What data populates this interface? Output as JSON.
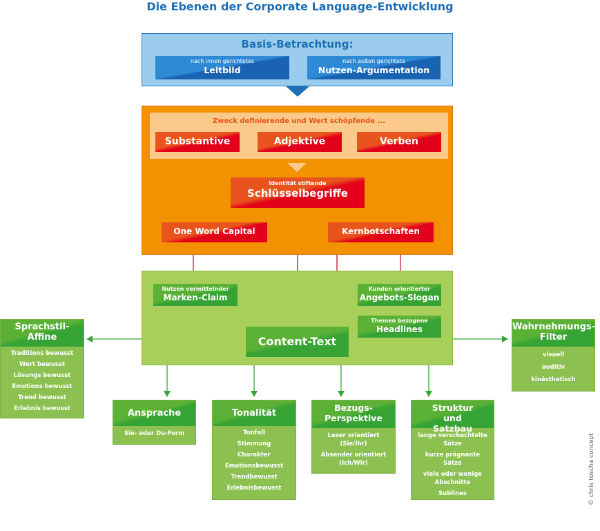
{
  "title": "Die Ebenen der Corporate Language-Entwicklung",
  "basis": {
    "heading": "Basis-Betrachtung:",
    "left": {
      "small": "nach innen gerichtetes",
      "large": "Leitbild"
    },
    "right": {
      "small": "nach außen gerichtete",
      "large": "Nutzen-Argumentation"
    }
  },
  "orange": {
    "heading": "Zweck definierende und Wert schöpfende ...",
    "words": [
      "Substantive",
      "Adjektive",
      "Verben"
    ],
    "key": {
      "small": "Identität stiftende",
      "large": "Schlüsselbegriffe"
    },
    "left": "One Word Capital",
    "right": "Kernbotschaften"
  },
  "green": {
    "claim": {
      "small": "Nutzen vermittelnder",
      "large": "Marken-Claim"
    },
    "slogan": {
      "small": "Kunden orientierter",
      "large": "Angebots-Slogan"
    },
    "headlines": {
      "small": "Themen bezogene",
      "large": "Headlines"
    },
    "content": "Content-Text"
  },
  "side_left": {
    "title": "Sprachstil-Affine",
    "items": [
      "Traditions bewusst",
      "Wert bewusst",
      "Lösungs bewusst",
      "Emotions bewusst",
      "Trend bewusst",
      "Erlebnis bewusst"
    ]
  },
  "side_right": {
    "title": "Wahrnehmungs-Filter",
    "items": [
      "visuell",
      "auditiv",
      "kinästhetisch"
    ]
  },
  "bottom": [
    {
      "title": "Ansprache",
      "items": [
        "Sie- oder Du-Form"
      ]
    },
    {
      "title": "Tonalität",
      "items": [
        "Tonfall",
        "Stimmung",
        "Charakter",
        "Emotionsbewusst",
        "Trendbewusst",
        "Erlebnisbewusst"
      ]
    },
    {
      "title": "Bezugs-Perspektive",
      "items": [
        "Leser orientiert (Sie/Ihr)",
        "Absender orientiert (Ich/Wir)"
      ]
    },
    {
      "title": "Struktur und Satzbau",
      "items": [
        "lange verschachtelte Sätze",
        "kurze prägnante Sätze",
        "viele oder wenige Abschnitte",
        "Sublines"
      ]
    }
  ],
  "credit": "© chris toscha concept",
  "colors": {
    "blue": "#1c6fb5",
    "orange": "#f39200",
    "red": "#e2001a",
    "green": "#36a335",
    "lightgreen": "#a8cf59"
  }
}
